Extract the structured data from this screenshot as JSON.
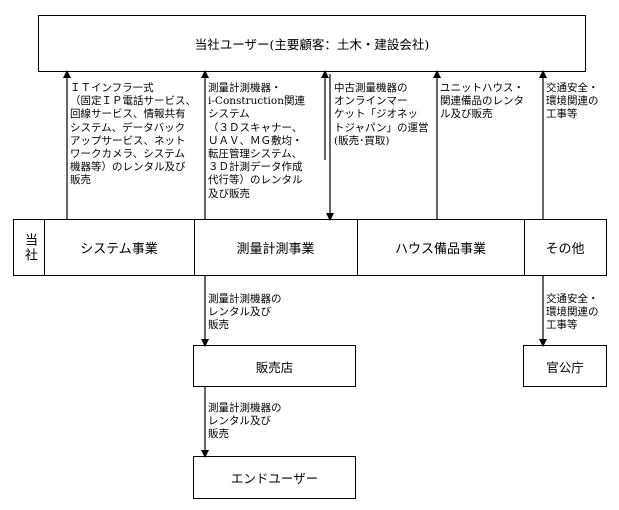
{
  "top_user": "当社ユーザー(主要顧客：土木・建設会社)",
  "company_label": "当社",
  "segments": {
    "system": "システム事業",
    "survey": "測量計測事業",
    "housing": "ハウス備品事業",
    "other": "その他"
  },
  "notes": {
    "it": "ＩＴインフラ一式\n（固定ＩＰ電話サービス、\n回線サービス、情報共有\nシステム、データバック\nアップサービス、ネット\nワークカメラ、システム\n機器等）のレンタル及び\n販売",
    "survey": "測量計測機器・\ni-Construction関連\nシステム\n（３Ｄスキャナー、\nＵＡＶ、ＭＧ敷均・\n転圧管理システム、\n３Ｄ計測データ作成\n代行等）のレンタル\n及び販売",
    "marketplace": "中古測量機器の\nオンラインマー\nケット「ジオネッ\nトジャパン」の運営\n(販売･買取)",
    "housing": "ユニットハウス・\n関連備品のレンタ\nル及び販売",
    "traffic_top": "交通安全・\n環境関連の\n工事等",
    "survey_dealer": "測量計測機器の\nレンタル及び\n販売",
    "survey_end": "測量計測機器の\nレンタル及び\n販売",
    "traffic_gov": "交通安全・\n環境関連の\n工事等"
  },
  "dealer": "販売店",
  "end_user": "エンドユーザー",
  "government": "官公庁"
}
